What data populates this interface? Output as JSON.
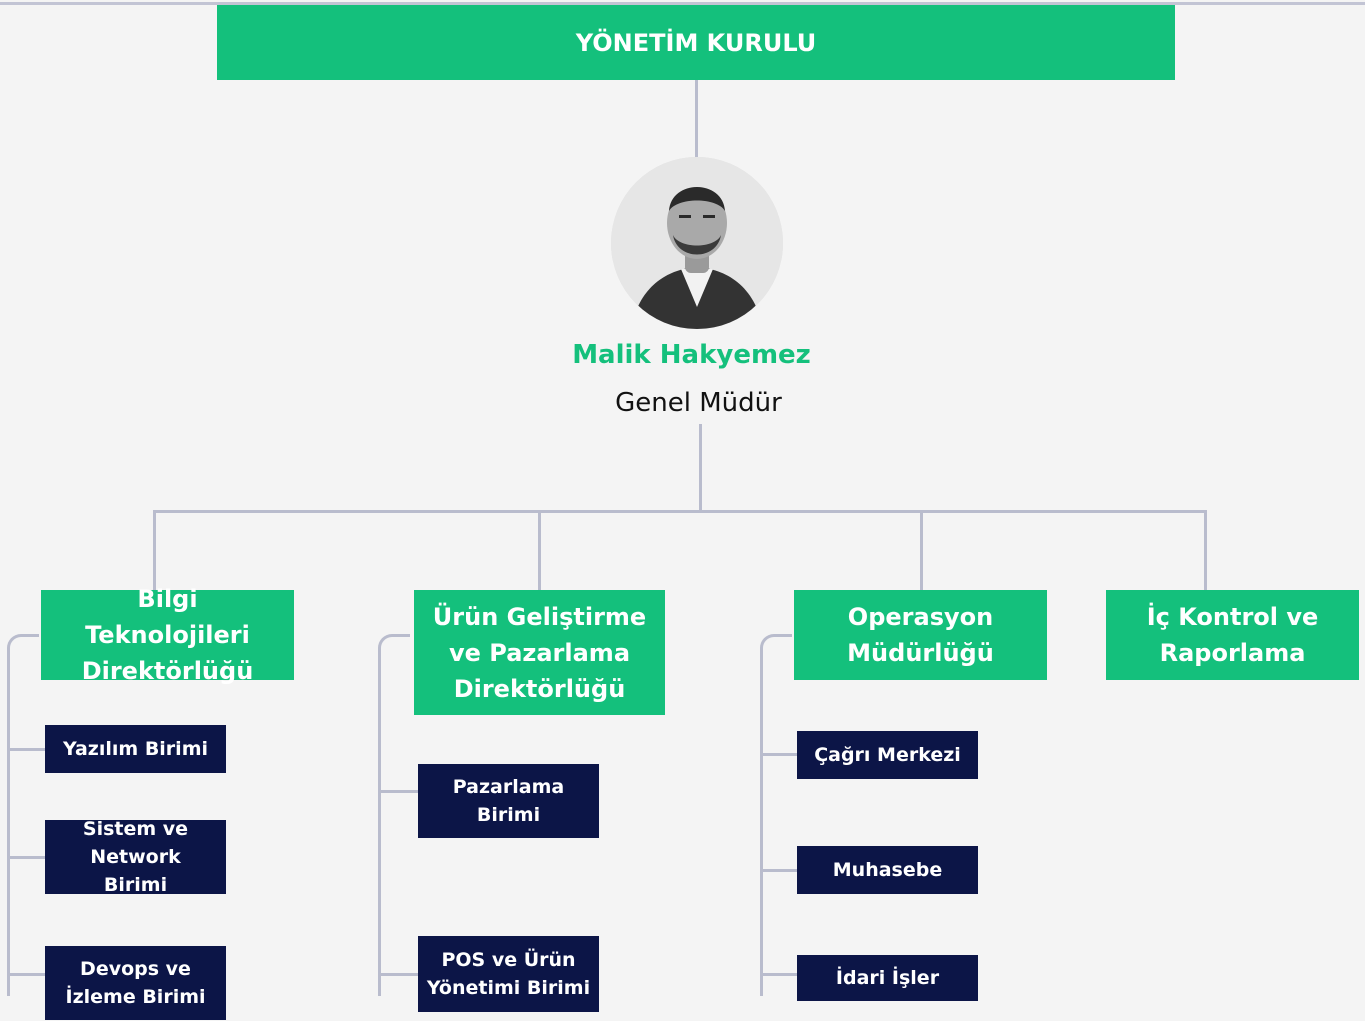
{
  "board": {
    "title": "YÖNETİM KURULU"
  },
  "ceo": {
    "name": "Malik Hakyemez",
    "title": "Genel Müdür"
  },
  "directorates": [
    {
      "name": "Bilgi Teknolojileri Direktörlüğü",
      "units": [
        "Yazılım Birimi",
        "Sistem ve Network Birimi",
        "Devops ve İzleme Birimi"
      ]
    },
    {
      "name": "Ürün Geliştirme ve Pazarlama Direktörlüğü",
      "units": [
        "Pazarlama Birimi",
        "POS ve Ürün Yönetimi Birimi"
      ]
    },
    {
      "name": "Operasyon Müdürlüğü",
      "units": [
        "Çağrı Merkezi",
        "Muhasebe",
        "İdari İşler"
      ]
    },
    {
      "name": "İç Kontrol ve Raporlama",
      "units": []
    }
  ],
  "colors": {
    "accent": "#14c07c",
    "unit_bg": "#0c1547",
    "connector": "#b9bccd",
    "background": "#f4f4f4"
  }
}
